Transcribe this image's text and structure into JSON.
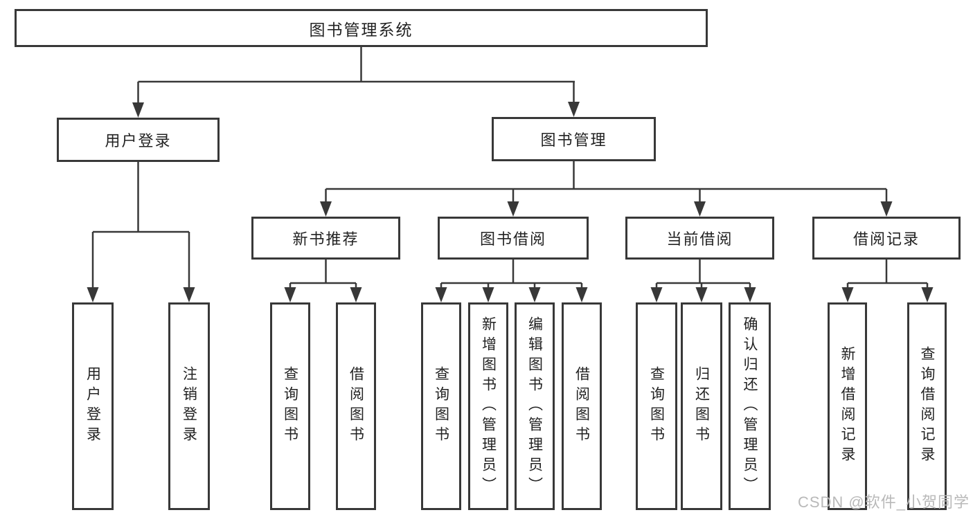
{
  "diagram": {
    "root": {
      "label": "图书管理系统"
    },
    "branches": [
      {
        "label": "用户登录",
        "children": [
          {
            "label": "用户登录"
          },
          {
            "label": "注销登录"
          }
        ]
      },
      {
        "label": "图书管理",
        "children": [
          {
            "label": "新书推荐",
            "children": [
              {
                "label": "查询图书"
              },
              {
                "label": "借阅图书"
              }
            ]
          },
          {
            "label": "图书借阅",
            "children": [
              {
                "label": "查询图书"
              },
              {
                "label": "新增图书（管理员）"
              },
              {
                "label": "编辑图书（管理员）"
              },
              {
                "label": "借阅图书"
              }
            ]
          },
          {
            "label": "当前借阅",
            "children": [
              {
                "label": "查询图书"
              },
              {
                "label": "归还图书"
              },
              {
                "label": "确认归还（管理员）"
              }
            ]
          },
          {
            "label": "借阅记录",
            "children": [
              {
                "label": "新增借阅记录"
              },
              {
                "label": "查询借阅记录"
              }
            ]
          }
        ]
      }
    ]
  },
  "watermark": {
    "text": "CSDN @软件_小贺同学"
  },
  "colors": {
    "line": "#383838",
    "border": "#383838",
    "text": "#222222",
    "watermark": "#b9b9b9",
    "background": "#ffffff"
  }
}
